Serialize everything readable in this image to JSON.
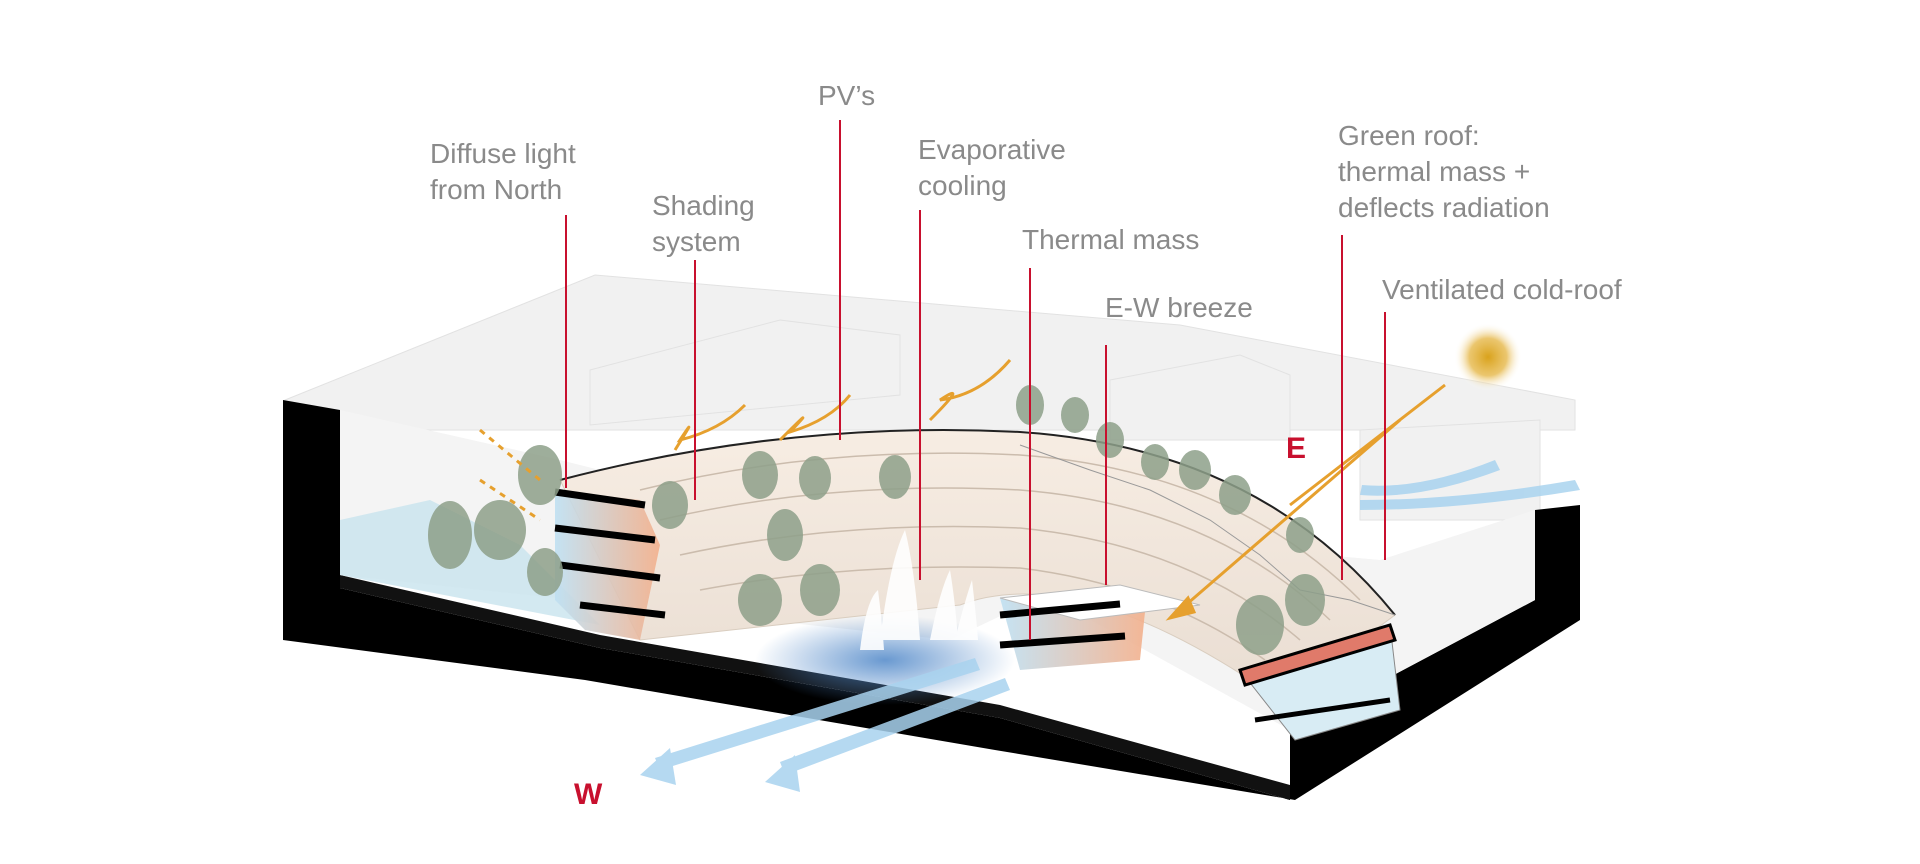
{
  "labels": {
    "diffuse_light": [
      "Diffuse light",
      "from North"
    ],
    "shading": [
      "Shading",
      "system"
    ],
    "pv": "PV’s",
    "evaporative": [
      "Evaporative",
      "cooling"
    ],
    "thermal_mass": "Thermal mass",
    "ew_breeze": "E-W breeze",
    "green_roof": [
      "Green roof:",
      "thermal mass +",
      "deflects radiation"
    ],
    "cold_roof": "Ventilated cold-roof"
  },
  "directions": {
    "east": "E",
    "west": "W"
  },
  "icons": [
    "sun-icon",
    "wind-arrow-icon",
    "leader-line-icon"
  ],
  "colors": {
    "leader": "#c8102e",
    "label_text": "#8a8a8a",
    "base": "#000000",
    "breeze": "#a9d3ef",
    "sun": "#e0a21a",
    "solar_ray": "#e6a02e",
    "warm_facade": "#f2c9a8",
    "tree": "#8ea08a"
  }
}
